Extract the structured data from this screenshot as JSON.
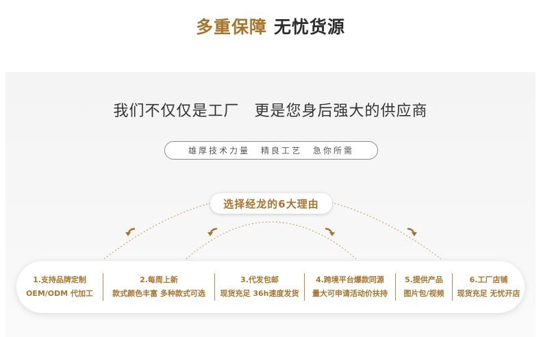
{
  "header": {
    "title_gold": "多重保障",
    "title_dark": "无忧货源"
  },
  "slogan": {
    "part1": "我们不仅仅是工厂",
    "part2": "更是您身后强大的供应商"
  },
  "tagline": {
    "items": [
      "雄厚技术力量",
      "精良工艺",
      "急你所需"
    ]
  },
  "reasons_title": "选择经龙的6大理由",
  "reasons": [
    {
      "title": "1.支持品牌定制",
      "desc": "OEM/ODM 代加工"
    },
    {
      "title": "2.每周上新",
      "desc": "款式颜色丰富 多种款式可选"
    },
    {
      "title": "3.代发包邮",
      "desc": "现货充足 36h速度发货"
    },
    {
      "title": "4.跨境平台爆款同源",
      "desc": "量大可申请活动价扶持"
    },
    {
      "title": "5.提供产品",
      "desc": "图片包/视频"
    },
    {
      "title": "6.工厂店铺",
      "desc": "现货充足 无忧开店"
    }
  ],
  "colors": {
    "accent": "#a8742c",
    "text": "#333333",
    "panel": "#f5f5f5"
  },
  "icons": [
    "curved-arrow-icon"
  ]
}
